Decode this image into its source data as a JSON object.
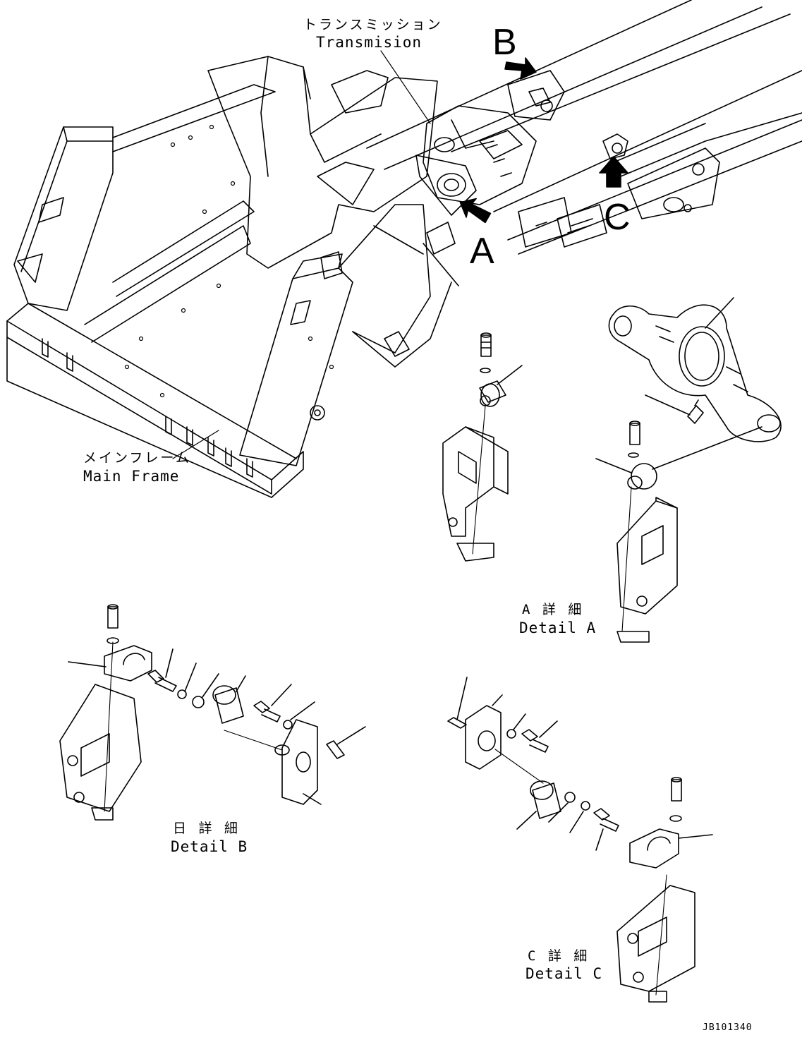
{
  "labels": {
    "transmission_jp": "トランスミッション",
    "transmission_en": "Transmision",
    "main_frame_jp": "メインフレーム",
    "main_frame_en": "Main Frame",
    "callout_a": "A",
    "callout_b": "B",
    "callout_c": "C",
    "detail_a_jp": "A 詳 細",
    "detail_a_en": "Detail A",
    "detail_b_jp": "日 詳 細",
    "detail_b_en": "Detail B",
    "detail_c_jp": "C 詳 細",
    "detail_c_en": "Detail C",
    "drawing_code": "JB101340"
  }
}
